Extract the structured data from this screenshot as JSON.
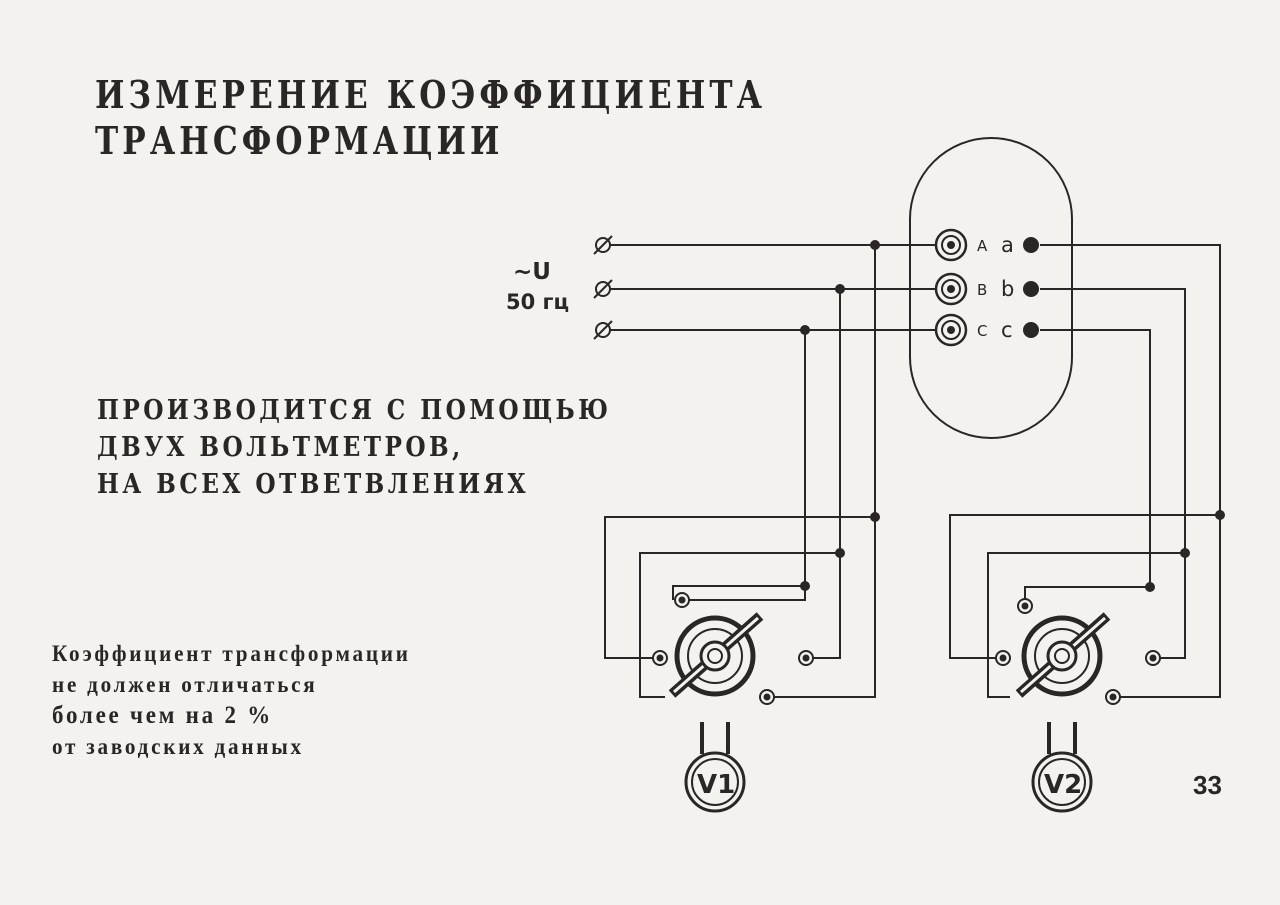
{
  "title": [
    "ИЗМЕРЕНИЕ КОЭФФИЦИЕНТА",
    "ТРАНСФОРМАЦИИ"
  ],
  "subtitle": [
    "ПРОИЗВОДИТСЯ С ПОМОЩЬЮ",
    "ДВУХ ВОЛЬТМЕТРОВ,",
    "НА ВСЕХ ОТВЕТВЛЕНИЯХ"
  ],
  "note": [
    "Коэффициент трансформации",
    "не должен отличаться",
    "более чем на 2 %",
    "от заводских данных"
  ],
  "page_number": "33",
  "supply": {
    "symbol": "~U",
    "frequency": "50 гц"
  },
  "transformer": {
    "hv_terminals": [
      "A",
      "B",
      "C"
    ],
    "lv_terminals": [
      "a",
      "b",
      "c"
    ]
  },
  "voltmeters": [
    "V1",
    "V2"
  ],
  "colors": {
    "ink": "#2a2626",
    "paper": "#f4f2ee"
  }
}
